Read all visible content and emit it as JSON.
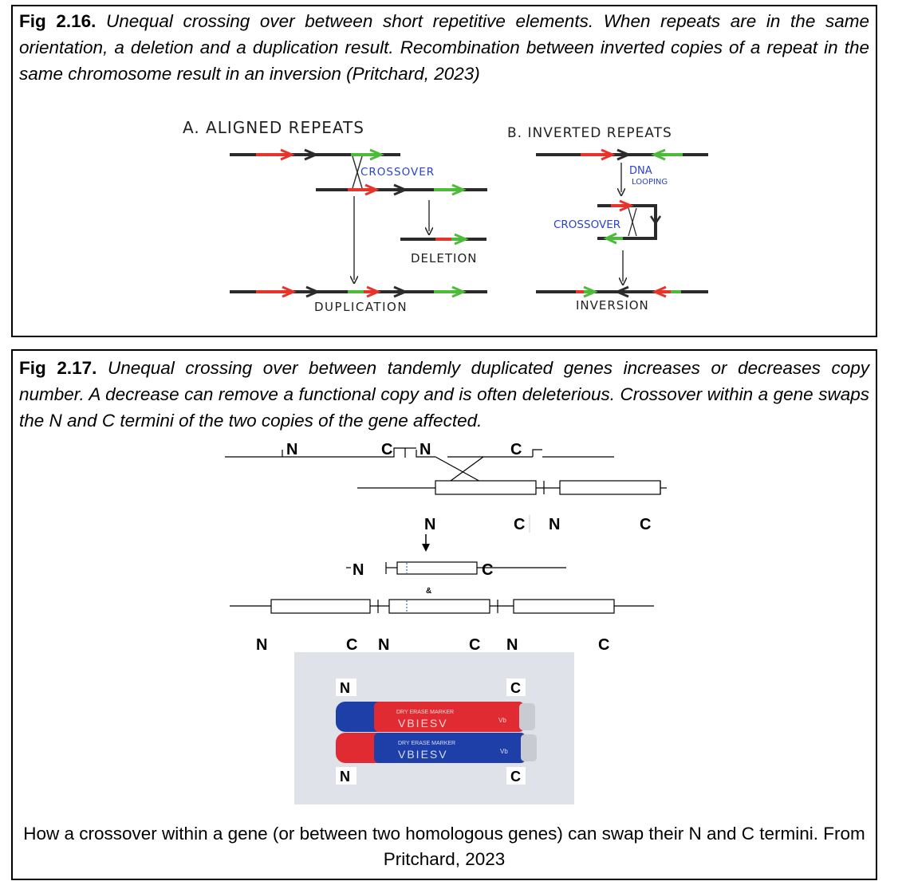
{
  "fig216": {
    "label": "Fig 2.16.",
    "caption": "Unequal crossing over between short repetitive elements. When repeats are in the same orientation, a deletion and a duplication result. Recombination between inverted copies of a repeat in the same chromosome result in an inversion (Pritchard, 2023)",
    "panel_a": {
      "title": "A. ALIGNED REPEATS",
      "crossover_label": "CROSSOVER",
      "deletion_label": "DELETION",
      "duplication_label": "DUPLICATION"
    },
    "panel_b": {
      "title": "B. INVERTED REPEATS",
      "dna_label": "DNA",
      "looping_label": "LOOPING",
      "crossover_label": "CROSSOVER",
      "inversion_label": "INVERSION"
    },
    "colors": {
      "repeat_1": "#e8332a",
      "repeat_2": "#4dbb3a",
      "strand": "#2b2b2b",
      "annotation": "#2a45c8"
    }
  },
  "fig217": {
    "label": "Fig 2.17.",
    "caption": "Unequal crossing over between tandemly duplicated genes increases or decreases copy number. A decrease can remove a functional copy and is often deleterious. Crossover within a gene swaps the N and C termini of the two copies of the gene affected.",
    "n_label": "N",
    "c_label": "C",
    "ampersand": "&",
    "photo_caption": "How a crossover within a gene (or between two homologous genes) can swap their N and C termini. From Pritchard, 2023",
    "photo": {
      "marker_text": "DRY ERASE MARKER",
      "brand_text": "VBIESV",
      "logo_text": "Vb",
      "colors": {
        "blue": "#1f3fa8",
        "red": "#e02b33",
        "background": "#dfe3e9"
      }
    }
  }
}
